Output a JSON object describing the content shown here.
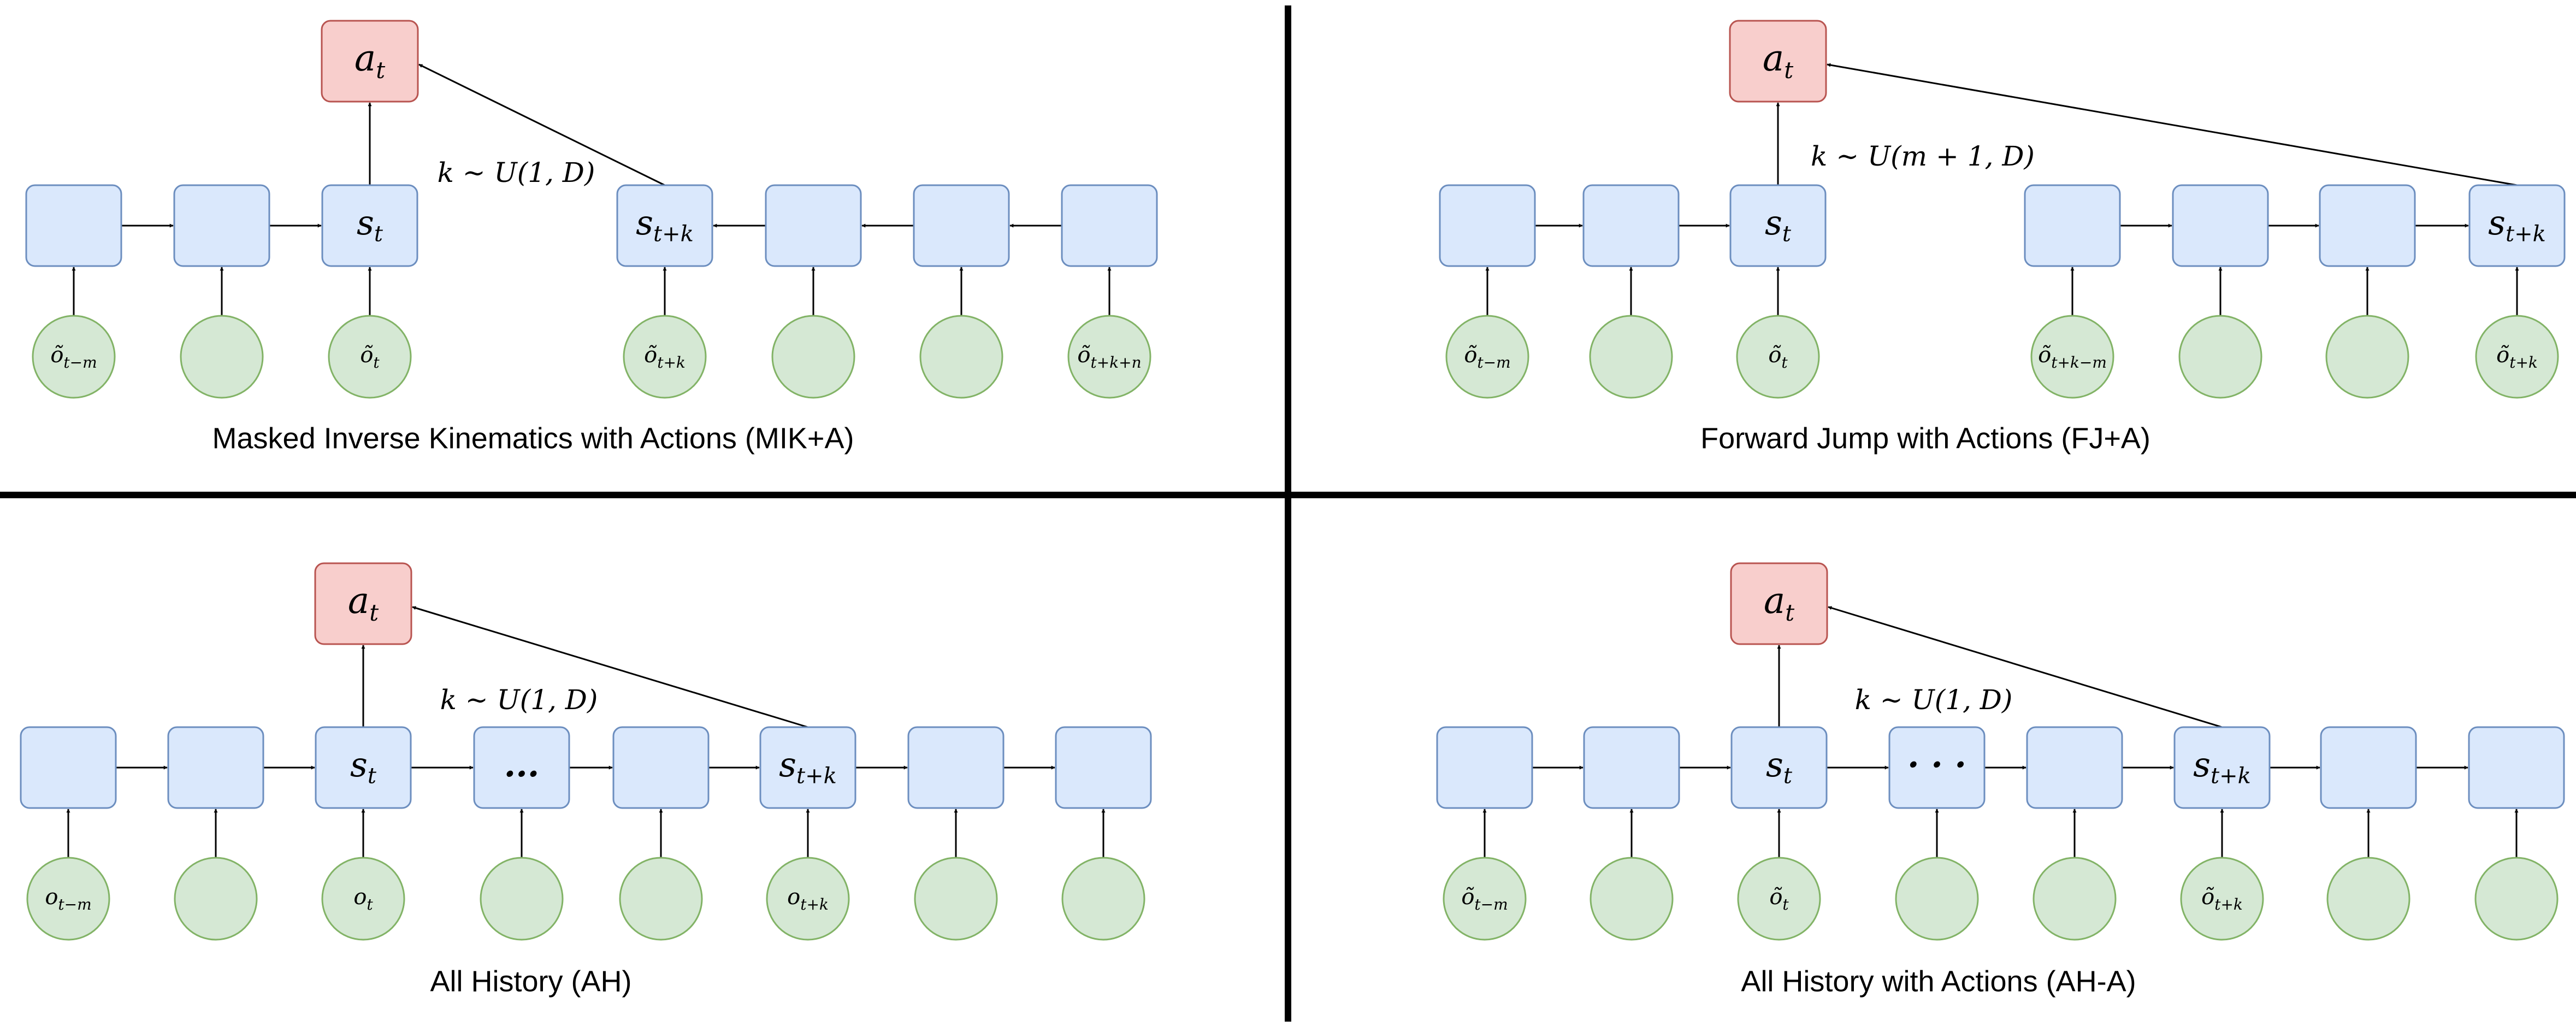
{
  "colors": {
    "state_fill": "#dae8fc",
    "state_stroke": "#6c8ebf",
    "obs_fill": "#d5e8d4",
    "obs_stroke": "#82b366",
    "action_fill": "#f8cecc",
    "action_stroke": "#b85450",
    "line": "#000000"
  },
  "panels": [
    {
      "id": "mik-a",
      "caption": "Masked Inverse Kinematics with Actions (MIK+A)",
      "action": {
        "base": "a",
        "sub": "t"
      },
      "formula": "k ∼ U(1, D)",
      "states": [
        {
          "label": null
        },
        {
          "label": null
        },
        {
          "label": {
            "base": "s",
            "sub": "t"
          }
        },
        {
          "label": {
            "base": "s",
            "sub": "t+k"
          }
        },
        {
          "label": null
        },
        {
          "label": null
        },
        {
          "label": null
        }
      ],
      "observations": [
        {
          "label": {
            "base": "õ",
            "sub": "t−m"
          }
        },
        {
          "label": null
        },
        {
          "label": {
            "base": "õ",
            "sub": "t"
          }
        },
        {
          "label": {
            "base": "õ",
            "sub": "t+k"
          }
        },
        {
          "label": null
        },
        {
          "label": null
        },
        {
          "label": {
            "base": "õ",
            "sub": "t+k+n"
          }
        }
      ]
    },
    {
      "id": "fj-a",
      "caption": "Forward Jump with Actions (FJ+A)",
      "action": {
        "base": "a",
        "sub": "t"
      },
      "formula": "k ∼ U(m + 1, D)",
      "states": [
        {
          "label": null
        },
        {
          "label": null
        },
        {
          "label": {
            "base": "s",
            "sub": "t"
          }
        },
        {
          "label": null
        },
        {
          "label": null
        },
        {
          "label": null
        },
        {
          "label": {
            "base": "s",
            "sub": "t+k"
          }
        }
      ],
      "observations": [
        {
          "label": {
            "base": "õ",
            "sub": "t−m"
          }
        },
        {
          "label": null
        },
        {
          "label": {
            "base": "õ",
            "sub": "t"
          }
        },
        {
          "label": {
            "base": "õ",
            "sub": "t+k−m"
          }
        },
        {
          "label": null
        },
        {
          "label": null
        },
        {
          "label": {
            "base": "õ",
            "sub": "t+k"
          }
        }
      ]
    },
    {
      "id": "ah",
      "caption": "All History (AH)",
      "action": {
        "base": "a",
        "sub": "t"
      },
      "formula": "k ∼ U(1, D)",
      "states": [
        {
          "label": null
        },
        {
          "label": null
        },
        {
          "label": {
            "base": "s",
            "sub": "t"
          }
        },
        {
          "label": {
            "text": "..."
          }
        },
        {
          "label": null
        },
        {
          "label": {
            "base": "s",
            "sub": "t+k"
          }
        },
        {
          "label": null
        },
        {
          "label": null
        }
      ],
      "observations": [
        {
          "label": {
            "base": "o",
            "sub": "t−m"
          }
        },
        {
          "label": null
        },
        {
          "label": {
            "base": "o",
            "sub": "t"
          }
        },
        {
          "label": null
        },
        {
          "label": null
        },
        {
          "label": {
            "base": "o",
            "sub": "t+k"
          }
        },
        {
          "label": null
        },
        {
          "label": null
        }
      ]
    },
    {
      "id": "ah-a",
      "caption": "All History with Actions (AH-A)",
      "action": {
        "base": "a",
        "sub": "t"
      },
      "formula": "k ∼ U(1, D)",
      "states": [
        {
          "label": null
        },
        {
          "label": null
        },
        {
          "label": {
            "base": "s",
            "sub": "t"
          }
        },
        {
          "label": {
            "text": "· · ·"
          }
        },
        {
          "label": null
        },
        {
          "label": {
            "base": "s",
            "sub": "t+k"
          }
        },
        {
          "label": null
        },
        {
          "label": null
        }
      ],
      "observations": [
        {
          "label": {
            "base": "õ",
            "sub": "t−m"
          }
        },
        {
          "label": null
        },
        {
          "label": {
            "base": "õ",
            "sub": "t"
          }
        },
        {
          "label": null
        },
        {
          "label": null
        },
        {
          "label": {
            "base": "õ",
            "sub": "t+k"
          }
        },
        {
          "label": null
        },
        {
          "label": null
        }
      ]
    }
  ]
}
